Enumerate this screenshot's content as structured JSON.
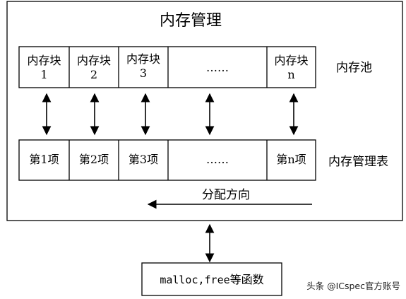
{
  "title": "内存管理",
  "pool": {
    "label": "内存池",
    "blocks": [
      {
        "line1": "内存块",
        "line2": "1"
      },
      {
        "line1": "内存块",
        "line2": "2"
      },
      {
        "line1": "内存块",
        "line2": "3"
      },
      {
        "line1": "……",
        "line2": ""
      },
      {
        "line1": "内存块",
        "line2": "n"
      }
    ]
  },
  "table": {
    "label": "内存管理表",
    "items": [
      "第1项",
      "第2项",
      "第3项",
      "……",
      "第n项"
    ]
  },
  "direction_label": "分配方向",
  "api": {
    "prefix": "malloc,free",
    "suffix": "等函数"
  },
  "watermark": "头条 @ICspec官方账号"
}
